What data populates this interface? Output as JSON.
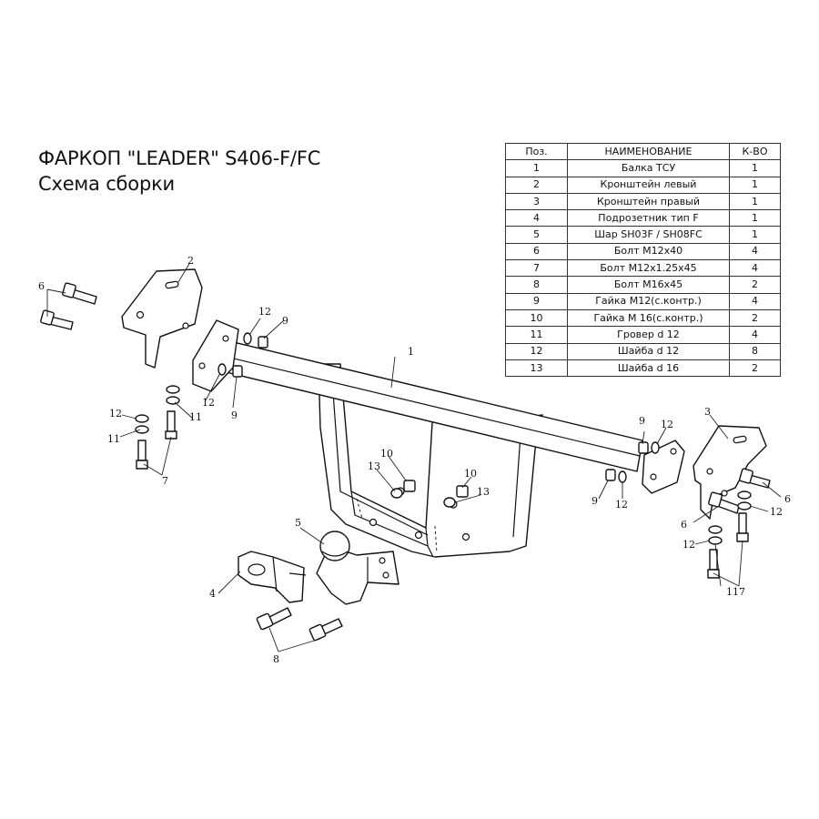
{
  "title": {
    "line1": "ФАРКОП \"LEADER\" S406-F/FC",
    "line2": "Схема сборки"
  },
  "table": {
    "headers": {
      "pos": "Поз.",
      "name": "НАИМЕНОВАНИЕ",
      "qty": "К-ВО"
    },
    "rows": [
      {
        "pos": "1",
        "name": "Балка ТСУ",
        "qty": "1"
      },
      {
        "pos": "2",
        "name": "Кронштейн левый",
        "qty": "1"
      },
      {
        "pos": "3",
        "name": "Кронштейн правый",
        "qty": "1"
      },
      {
        "pos": "4",
        "name": "Подрозетник тип F",
        "qty": "1"
      },
      {
        "pos": "5",
        "name": "Шар SH03F / SH08FC",
        "qty": "1"
      },
      {
        "pos": "6",
        "name": "Болт М12х40",
        "qty": "4"
      },
      {
        "pos": "7",
        "name": "Болт М12х1.25х45",
        "qty": "4"
      },
      {
        "pos": "8",
        "name": "Болт М16х45",
        "qty": "2"
      },
      {
        "pos": "9",
        "name": "Гайка М12(с.контр.)",
        "qty": "4"
      },
      {
        "pos": "10",
        "name": "Гайка  М 16(с.контр.)",
        "qty": "2"
      },
      {
        "pos": "11",
        "name": "Гровер d 12",
        "qty": "4"
      },
      {
        "pos": "12",
        "name": "Шайба d 12",
        "qty": "8"
      },
      {
        "pos": "13",
        "name": "Шайба d 16",
        "qty": "2"
      }
    ]
  },
  "callouts": {
    "c1": "1",
    "c2": "2",
    "c3": "3",
    "c4": "4",
    "c5": "5",
    "c6a": "6",
    "c6b": "6",
    "c6c": "6",
    "c7a": "7",
    "c7b": "7",
    "c8": "8",
    "c9a": "9",
    "c9b": "9",
    "c9c": "9",
    "c9d": "9",
    "c10a": "10",
    "c10b": "10",
    "c11a": "11",
    "c11b": "11",
    "c11c": "11",
    "c12a": "12",
    "c12b": "12",
    "c12c": "12",
    "c12d": "12",
    "c12e": "12",
    "c12f": "12",
    "c12g": "12",
    "c13a": "13",
    "c13b": "13"
  }
}
